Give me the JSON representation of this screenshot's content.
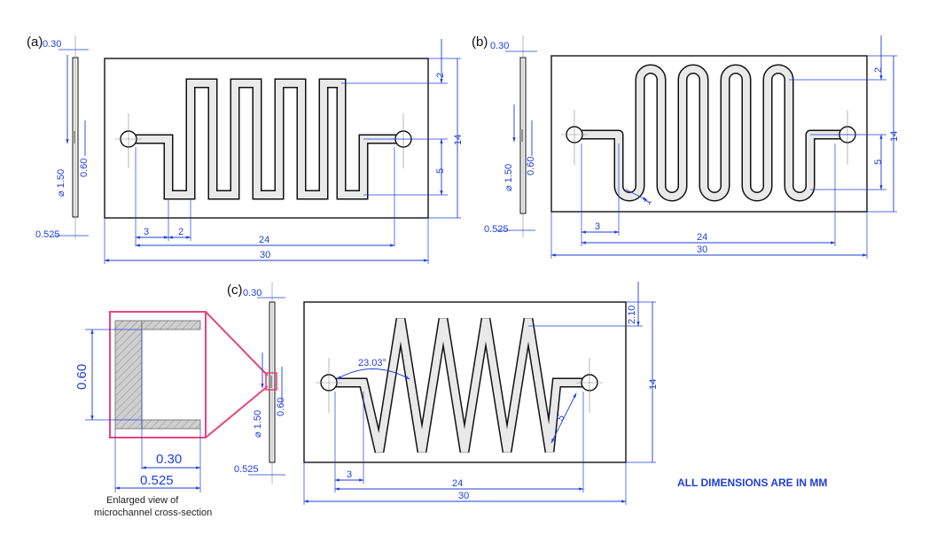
{
  "panels": {
    "a": {
      "label": "(a)"
    },
    "b": {
      "label": "(b)"
    },
    "c": {
      "label": "(c)"
    }
  },
  "dims": {
    "a": {
      "depth": "0.30",
      "port_dia": "⌀ 1.50",
      "chan_h": "0.60",
      "plate_t": "0.525",
      "top_gap": "2",
      "height": "14",
      "pitch": "5",
      "lead": "3",
      "chan_w": "2",
      "len": "24",
      "width": "30"
    },
    "b": {
      "depth": "0.30",
      "port_dia": "⌀ 1.50",
      "chan_h": "0.60",
      "plate_t": "0.525",
      "top_gap": "2",
      "height": "14",
      "pitch": "5",
      "lead": "3",
      "radius": "1",
      "len": "24",
      "width": "30"
    },
    "c": {
      "depth": "0.30",
      "port_dia": "⌀ 1.50",
      "chan_h": "0.60",
      "plate_t": "0.525",
      "top_gap": "2.10",
      "height": "14",
      "angle": "23.03°",
      "pitch": "5",
      "lead": "3",
      "len": "24",
      "width": "30"
    }
  },
  "enlarged": {
    "height": "0.60",
    "depth": "0.30",
    "thickness": "0.525",
    "caption_line1": "Enlarged view of",
    "caption_line2": "microchannel cross-section"
  },
  "note": "ALL DIMENSIONS ARE IN MM",
  "colors": {
    "dimension": "#1f3fd6",
    "zoom_frame": "#e8457f",
    "outline": "#111111"
  }
}
